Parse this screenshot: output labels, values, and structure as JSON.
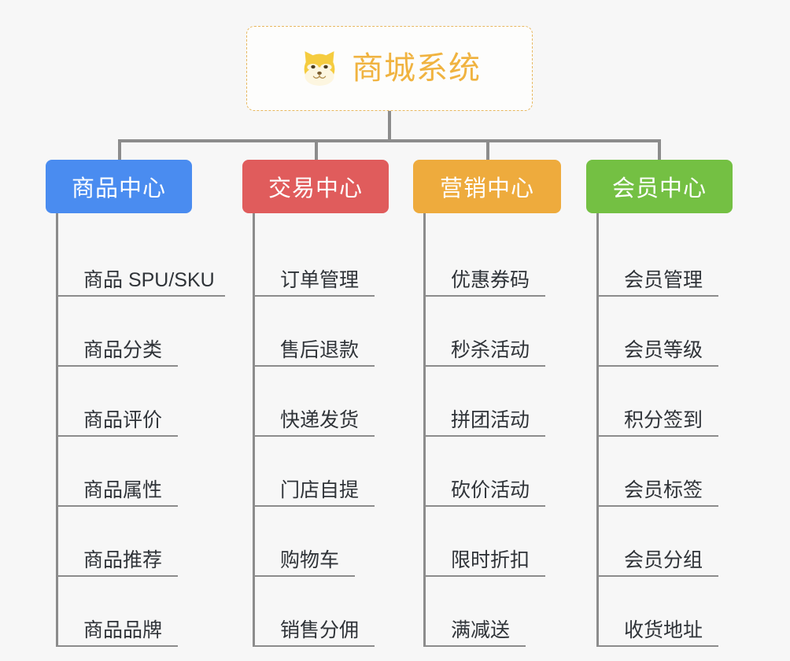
{
  "diagram": {
    "title": "商城系统",
    "root_icon": "shiba-dog-face-icon",
    "root_border_color": "#e8b860",
    "root_text_color": "#f0b340",
    "connector_color": "#8c8c8c",
    "background": "#f7f7f7",
    "columns": [
      {
        "id": "product-center",
        "label": "商品中心",
        "color": "#4a8cf0",
        "items": [
          {
            "label": "商品 SPU/SKU",
            "width": "wide"
          },
          {
            "label": "商品分类",
            "width": "med"
          },
          {
            "label": "商品评价",
            "width": "med"
          },
          {
            "label": "商品属性",
            "width": "med"
          },
          {
            "label": "商品推荐",
            "width": "med"
          },
          {
            "label": "商品品牌",
            "width": "med"
          }
        ]
      },
      {
        "id": "trade-center",
        "label": "交易中心",
        "color": "#e05c5c",
        "items": [
          {
            "label": "订单管理",
            "width": "med"
          },
          {
            "label": "售后退款",
            "width": "med"
          },
          {
            "label": "快递发货",
            "width": "med"
          },
          {
            "label": "门店自提",
            "width": "med"
          },
          {
            "label": "购物车",
            "width": "narrow"
          },
          {
            "label": "销售分佣",
            "width": "med"
          }
        ]
      },
      {
        "id": "marketing-center",
        "label": "营销中心",
        "color": "#eeab3d",
        "items": [
          {
            "label": "优惠券码",
            "width": "med"
          },
          {
            "label": "秒杀活动",
            "width": "med"
          },
          {
            "label": "拼团活动",
            "width": "med"
          },
          {
            "label": "砍价活动",
            "width": "med"
          },
          {
            "label": "限时折扣",
            "width": "med"
          },
          {
            "label": "满减送",
            "width": "narrow"
          }
        ]
      },
      {
        "id": "member-center",
        "label": "会员中心",
        "color": "#74c043",
        "items": [
          {
            "label": "会员管理",
            "width": "med"
          },
          {
            "label": "会员等级",
            "width": "med"
          },
          {
            "label": "积分签到",
            "width": "med"
          },
          {
            "label": "会员标签",
            "width": "med"
          },
          {
            "label": "会员分组",
            "width": "med"
          },
          {
            "label": "收货地址",
            "width": "med"
          }
        ]
      }
    ]
  }
}
